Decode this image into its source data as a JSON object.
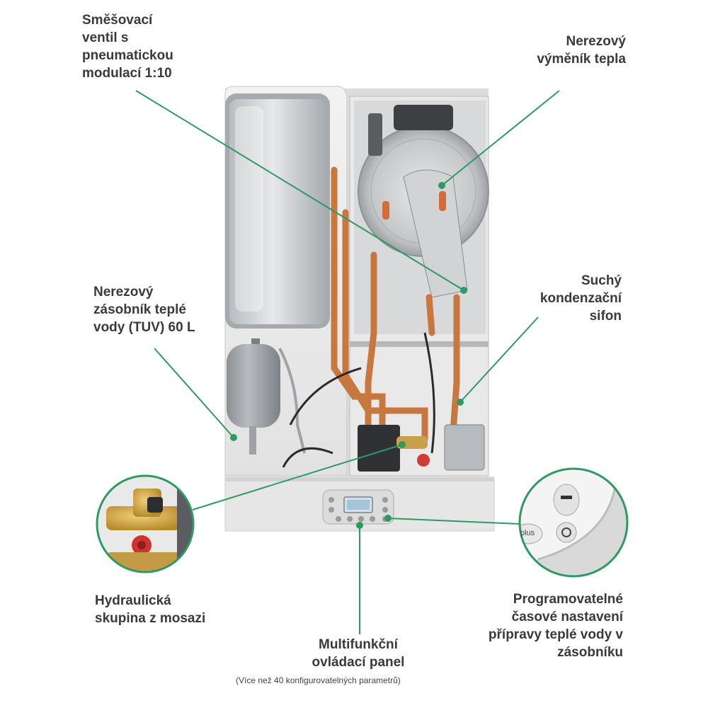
{
  "labels": {
    "mixing_valve": "Směšovací\nventil s\npneumatickou\nmodulací 1:10",
    "heat_exchanger": "Nerezový\nvýměník tepla",
    "dhw_tank": "Nerezový\nzásobník teplé\nvody (TUV) 60 L",
    "siphon": "Suchý\nkondenzační\nsifon",
    "hydraulic_group": "Hydraulická\nskupina z mosazi",
    "control_panel": "Multifunkční\novládací panel",
    "control_panel_note": "(Více než 40 konfigurovatelných parametrů)",
    "programmable_timer": "Programovatelné\nčasové nastavení\npřípravy teplé vody v\nzásobníku"
  },
  "panel_button": "plus",
  "colors": {
    "leader": "#2e9a62",
    "text": "#3a3a3a",
    "copper": "#c8773e",
    "steel": "#c9ccd0"
  }
}
